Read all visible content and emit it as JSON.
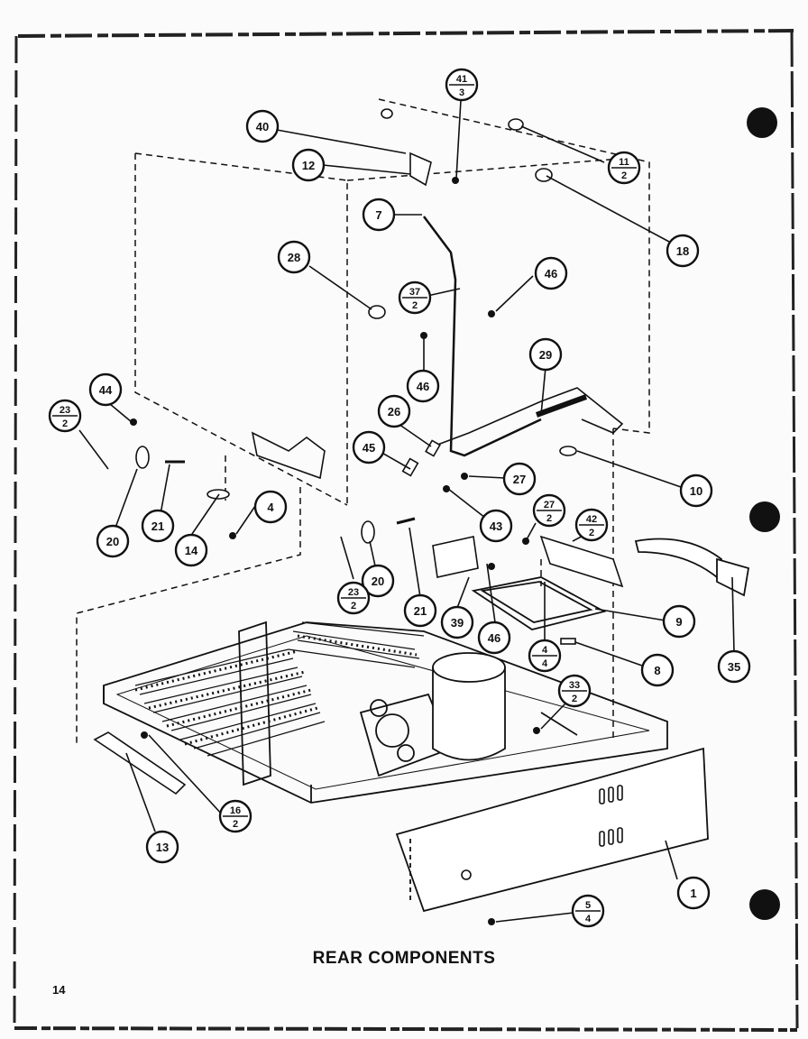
{
  "title": "REAR COMPONENTS",
  "page_number": "14",
  "callouts": [
    {
      "id": "c1",
      "label": "1"
    },
    {
      "id": "c4",
      "label": "4"
    },
    {
      "id": "c7",
      "label": "7"
    },
    {
      "id": "c8",
      "label": "8"
    },
    {
      "id": "c9",
      "label": "9"
    },
    {
      "id": "c10",
      "label": "10"
    },
    {
      "id": "c12",
      "label": "12"
    },
    {
      "id": "c13",
      "label": "13"
    },
    {
      "id": "c14",
      "label": "14"
    },
    {
      "id": "c18",
      "label": "18"
    },
    {
      "id": "c20a",
      "label": "20"
    },
    {
      "id": "c20b",
      "label": "20"
    },
    {
      "id": "c21a",
      "label": "21"
    },
    {
      "id": "c21b",
      "label": "21"
    },
    {
      "id": "c26",
      "label": "26"
    },
    {
      "id": "c27",
      "label": "27"
    },
    {
      "id": "c28",
      "label": "28"
    },
    {
      "id": "c29",
      "label": "29"
    },
    {
      "id": "c35",
      "label": "35"
    },
    {
      "id": "c39",
      "label": "39"
    },
    {
      "id": "c40",
      "label": "40"
    },
    {
      "id": "c43",
      "label": "43"
    },
    {
      "id": "c44",
      "label": "44"
    },
    {
      "id": "c45",
      "label": "45"
    },
    {
      "id": "c46a",
      "label": "46"
    },
    {
      "id": "c46b",
      "label": "46"
    },
    {
      "id": "c46c",
      "label": "46"
    }
  ],
  "fraction_callouts": [
    {
      "id": "f41",
      "top": "41",
      "bottom": "3"
    },
    {
      "id": "f11",
      "top": "11",
      "bottom": "2"
    },
    {
      "id": "f37",
      "top": "37",
      "bottom": "2"
    },
    {
      "id": "f23a",
      "top": "23",
      "bottom": "2"
    },
    {
      "id": "f23b",
      "top": "23",
      "bottom": "2"
    },
    {
      "id": "f27",
      "top": "27",
      "bottom": "2"
    },
    {
      "id": "f42",
      "top": "42",
      "bottom": "2"
    },
    {
      "id": "f4",
      "top": "4",
      "bottom": "4"
    },
    {
      "id": "f33",
      "top": "33",
      "bottom": "2"
    },
    {
      "id": "f16",
      "top": "16",
      "bottom": "2"
    },
    {
      "id": "f5",
      "top": "5",
      "bottom": "4"
    }
  ]
}
